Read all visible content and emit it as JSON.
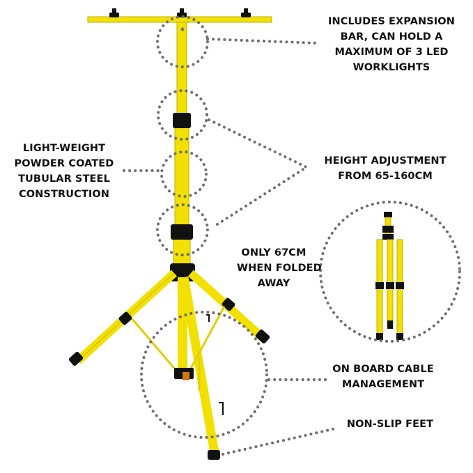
{
  "labels": {
    "expansion_bar": [
      "INCLUDES EXPANSION",
      "BAR, CAN HOLD A",
      "MAXIMUM OF 3 LED",
      "WORKLIGHTS"
    ],
    "steel_construction": [
      "LIGHT-WEIGHT",
      "POWDER COATED",
      "TUBULAR STEEL",
      "CONSTRUCTION"
    ],
    "height_adjustment": [
      "HEIGHT ADJUSTMENT",
      "FROM 65-160CM"
    ],
    "folded_size": [
      "ONLY 67CM",
      "WHEN FOLDED",
      "AWAY"
    ],
    "cable_management": [
      "ON BOARD CABLE",
      "MANAGEMENT"
    ],
    "non_slip_feet": [
      "NON-SLIP FEET"
    ]
  },
  "colors": {
    "tripod_yellow": "#f2e000",
    "tripod_shade": "#c9b800",
    "clamp_black": "#111111",
    "callout_dots": "#6e6e6e",
    "label_text": "#111111"
  }
}
